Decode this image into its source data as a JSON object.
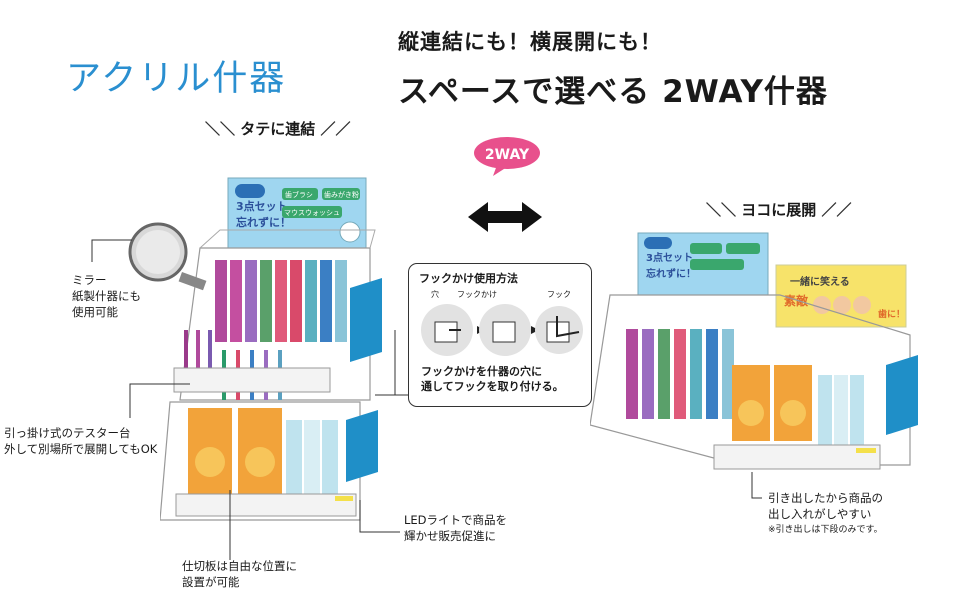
{
  "brand": "アクリル什器",
  "headline": {
    "line1": "縦連結にも！横展開にも！",
    "line2": "スペースで選べる 2WAY什器"
  },
  "badge": "2WAY",
  "sections": {
    "vertical": "タテに連結",
    "horizontal": "ヨコに展開"
  },
  "callouts": {
    "mirror": [
      "ミラー",
      "紙製什器にも",
      "使用可能"
    ],
    "tester": [
      "引っ掛け式のテスター台",
      "外して別場所で展開してもOK"
    ],
    "divider": [
      "仕切板は自由な位置に",
      "設置が可能"
    ],
    "led": [
      "LEDライトで商品を",
      "輝かせ販売促進に"
    ],
    "drawer": [
      "引き出したから商品の",
      "出し入れがしやすい"
    ],
    "drawer_note": "※引き出しは下段のみです。"
  },
  "hook_guide": {
    "title": "フックかけ使用方法",
    "labels": {
      "hole": "穴",
      "hook_hanger": "フックかけ",
      "hook": "フック"
    },
    "desc": [
      "フックかけを什器の穴に",
      "通してフックを取り付ける。"
    ]
  },
  "left_header": {
    "set": "3点セット",
    "forget": "忘れずに！",
    "brush": "歯ブラシ",
    "paste": "歯みがき粉",
    "wash": "マウスウォッシュ"
  },
  "right_header2": {
    "slogan": "一緒に笑える",
    "word": "素敵",
    "teeth": "歯に！"
  },
  "colors": {
    "brand": "#2a8fd0",
    "badge": "#e8508c",
    "panel": "#1f8fc8"
  }
}
